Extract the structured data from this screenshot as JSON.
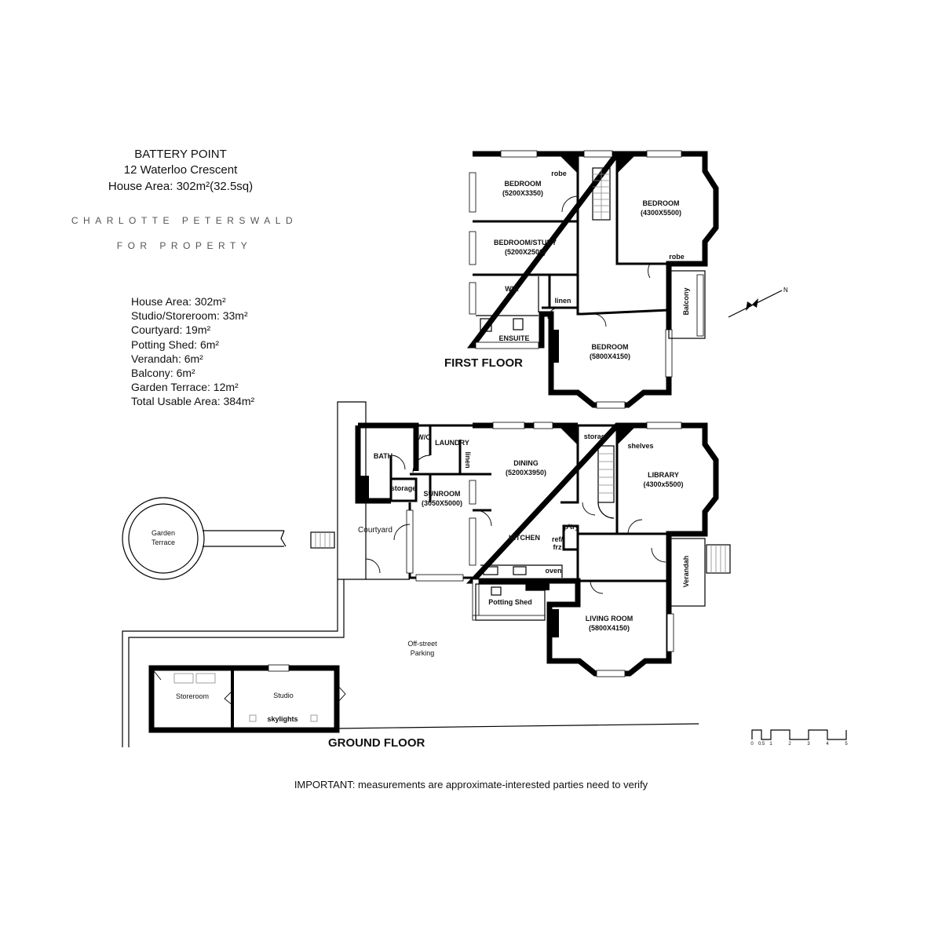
{
  "header": {
    "suburb": "BATTERY POINT",
    "address": "12 Waterloo Crescent",
    "house_area": "House Area: 302m²(32.5sq)"
  },
  "brand": {
    "line1": "CHARLOTTE PETERSWALD",
    "line2": "FOR PROPERTY"
  },
  "areas": [
    "House Area: 302m²",
    "Studio/Storeroom: 33m²",
    "Courtyard: 19m²",
    "Potting Shed: 6m²",
    "Verandah: 6m²",
    "Balcony: 6m²",
    "Garden Terrace: 12m²",
    "Total Usable Area: 384m²"
  ],
  "first_floor": {
    "label": "FIRST FLOOR",
    "rooms": {
      "bedroom1": {
        "name": "BEDROOM",
        "dims": "(5200X3350)"
      },
      "robe1": "robe",
      "bedroom_study": {
        "name": "BEDROOM/STUDY",
        "dims": "(5200X2500)"
      },
      "wir": "WIR",
      "linen": "linen",
      "ensuite": "ENSUITE",
      "bedroom2": {
        "name": "BEDROOM",
        "dims": "(4300X5500)"
      },
      "robe2": "robe",
      "balcony": "Balcony",
      "bedroom3": {
        "name": "BEDROOM",
        "dims": "(5800X4150)"
      }
    },
    "compass": "N"
  },
  "ground_floor": {
    "label": "GROUND FLOOR",
    "rooms": {
      "bath": "BATH",
      "storage1": "storage",
      "wc": "W/C",
      "laundry": "LAUNDRY",
      "linen": "linen",
      "sunroom": {
        "name": "SUNROOM",
        "dims": "(3050X5000)"
      },
      "courtyard": "Courtyard",
      "garden_terrace": [
        "Garden",
        "Terrace"
      ],
      "dining": {
        "name": "DINING",
        "dims": "(5200X3950)"
      },
      "kitchen": "KITCHEN",
      "ptry": "p'try",
      "ref": [
        "ref/",
        "frz"
      ],
      "oven": "oven",
      "potting_shed": "Potting Shed",
      "storage2": "storage",
      "shelves": "shelves",
      "library": {
        "name": "LIBRARY",
        "dims": "(4300x5500)"
      },
      "verandah": "Verandah",
      "living": {
        "name": "LIVING ROOM",
        "dims": "(5800X4150)"
      },
      "parking": [
        "Off-street",
        "Parking"
      ],
      "storeroom": "Storeroom",
      "studio": "Studio",
      "skylights": "skylights"
    }
  },
  "scale": [
    "0",
    "0.5",
    "1",
    "2",
    "3",
    "4",
    "5"
  ],
  "footer_note": "IMPORTANT: measurements are approximate-interested parties need to verify"
}
